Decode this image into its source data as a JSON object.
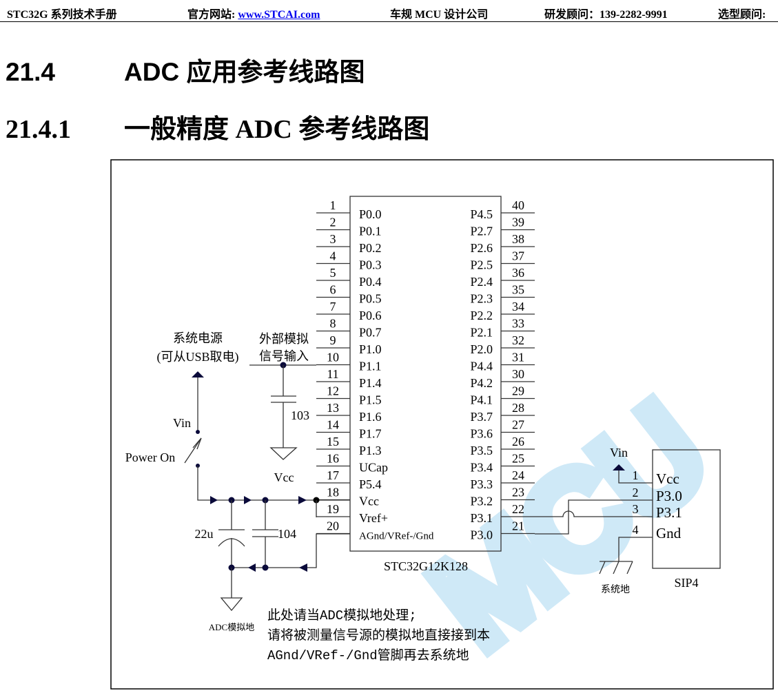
{
  "header": {
    "manual": "STC32G 系列技术手册",
    "site_label": "官方网站: ",
    "site_link": "www.STCAI.com",
    "company": "车规 MCU 设计公司",
    "rd_consultant": "研发顾问：139-2282-9991",
    "selection_consultant": "选型顾问:"
  },
  "section": {
    "number": "21.4",
    "title": "ADC 应用参考线路图"
  },
  "subsection": {
    "number": "21.4.1",
    "title": "一般精度 ADC 参考线路图"
  },
  "diagram": {
    "chip_name": "STC32G12K128",
    "left_pins": [
      "P0.0",
      "P0.1",
      "P0.2",
      "P0.3",
      "P0.4",
      "P0.5",
      "P0.6",
      "P0.7",
      "P1.0",
      "P1.1",
      "P1.4",
      "P1.5",
      "P1.6",
      "P1.7",
      "P1.3",
      "UCap",
      "P5.4",
      "Vcc",
      "Vref+",
      "AGnd/VRef-/Gnd"
    ],
    "right_pins": [
      "P4.5",
      "P2.7",
      "P2.6",
      "P2.5",
      "P2.4",
      "P2.3",
      "P2.2",
      "P2.1",
      "P2.0",
      "P4.4",
      "P4.2",
      "P4.1",
      "P3.7",
      "P3.6",
      "P3.5",
      "P3.4",
      "P3.3",
      "P3.2",
      "P3.1",
      "P3.0"
    ],
    "power_label_1": "系统电源",
    "power_label_2": "(可从USB取电)",
    "vin": "Vin",
    "power_on": "Power On",
    "vcc": "Vcc",
    "cap_22u": "22u",
    "cap_104": "104",
    "cap_103": "103",
    "analog_in_1": "外部模拟",
    "analog_in_2": "信号输入",
    "adc_ground": "ADC模拟地",
    "notes": [
      "此处请当ADC模拟地处理;",
      "请将被测量信号源的模拟地直接接到本",
      "AGnd/VRef-/Gnd管脚再去系统地"
    ],
    "sip": {
      "name": "SIP4",
      "vin": "Vin",
      "pins": [
        {
          "num": "1",
          "label": "Vcc"
        },
        {
          "num": "2",
          "label": "P3.0"
        },
        {
          "num": "3",
          "label": "P3.1"
        },
        {
          "num": "4",
          "label": "Gnd"
        }
      ],
      "ground_label": "系统地"
    },
    "watermark": "MCU"
  }
}
